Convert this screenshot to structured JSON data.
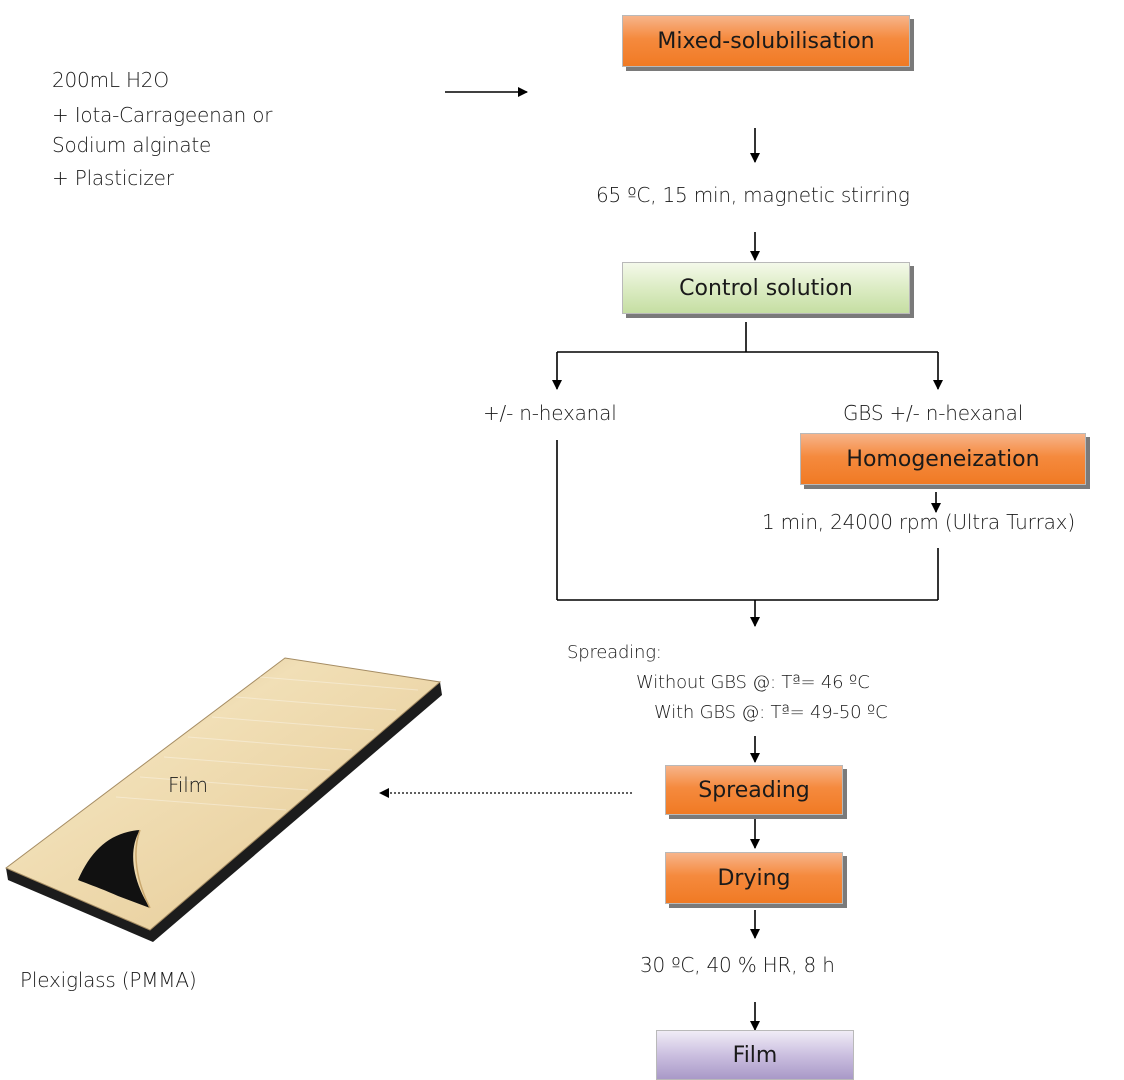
{
  "inputs": {
    "line1": "200mL H2O",
    "line2": "+ Iota-Carrageenan or",
    "line3": "Sodium alginate",
    "line4": "+ Plasticizer"
  },
  "steps": {
    "mixed": "Mixed-solubilisation",
    "condition1": "65 ºC, 15 min, magnetic stirring",
    "control": "Control solution",
    "left_branch": "+/- n-hexanal",
    "right_branch": "GBS +/- n-hexanal",
    "homog": "Homogeneization",
    "homog_cond": "1 min, 24000 rpm (Ultra Turrax)",
    "spreading_title": "Spreading:",
    "spreading_without": "Without GBS @: Tª= 46 ºC",
    "spreading_with": "With GBS @: Tª= 49-50 ºC",
    "spreading": "Spreading",
    "drying": "Drying",
    "drying_cond": "30 ºC, 40 % HR, 8 h",
    "film": "Film"
  },
  "illustration": {
    "film_label": "Film",
    "caption": "Plexiglass (PMMA)"
  },
  "colors": {
    "orange": "#f58a3e",
    "green": "#dcecc4",
    "purple": "#cbbfe0",
    "film_tan": "#e2c796"
  }
}
